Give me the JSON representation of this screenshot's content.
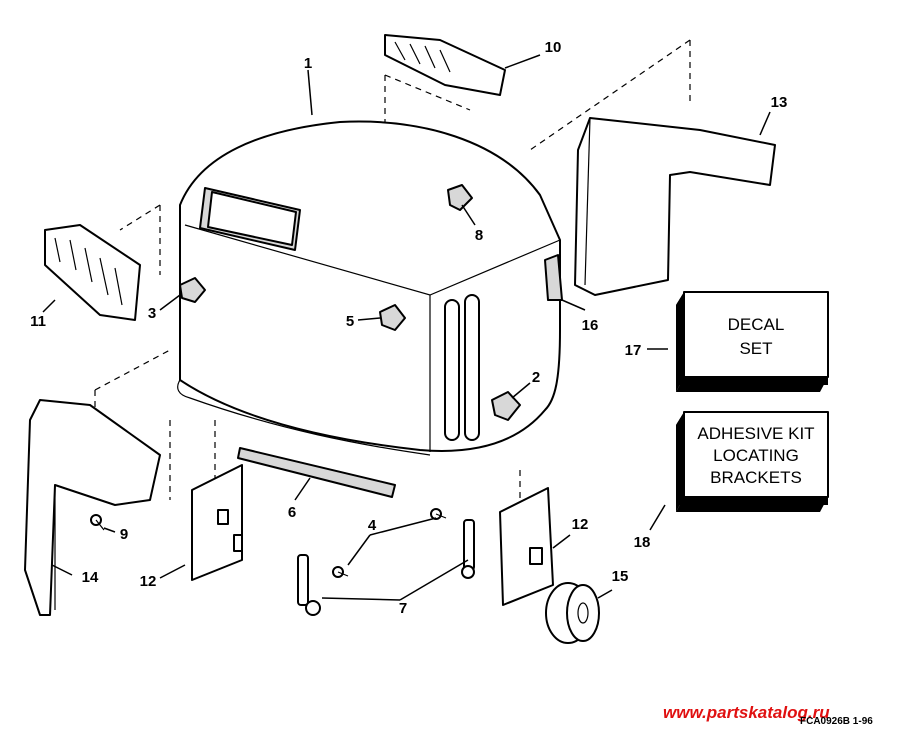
{
  "callouts": [
    {
      "id": "c1",
      "label": "1"
    },
    {
      "id": "c2",
      "label": "2"
    },
    {
      "id": "c3",
      "label": "3"
    },
    {
      "id": "c4",
      "label": "4"
    },
    {
      "id": "c5",
      "label": "5"
    },
    {
      "id": "c6",
      "label": "6"
    },
    {
      "id": "c7",
      "label": "7"
    },
    {
      "id": "c8",
      "label": "8"
    },
    {
      "id": "c9",
      "label": "9"
    },
    {
      "id": "c10",
      "label": "10"
    },
    {
      "id": "c11",
      "label": "11"
    },
    {
      "id": "c12a",
      "label": "12"
    },
    {
      "id": "c12b",
      "label": "12"
    },
    {
      "id": "c13",
      "label": "13"
    },
    {
      "id": "c14",
      "label": "14"
    },
    {
      "id": "c15",
      "label": "15"
    },
    {
      "id": "c16",
      "label": "16"
    },
    {
      "id": "c17",
      "label": "17"
    },
    {
      "id": "c18",
      "label": "18"
    }
  ],
  "decal_box": {
    "line1": "DECAL",
    "line2": "SET"
  },
  "adhesive_box": {
    "line1": "ADHESIVE KIT",
    "line2": "LOCATING",
    "line3": "BRACKETS"
  },
  "watermark": "www.partskatalog.ru",
  "drawing_code": "FCA0926B  1-96",
  "colors": {
    "line": "#000000",
    "shade": "#d8d8d8",
    "watermark": "#e01010"
  }
}
